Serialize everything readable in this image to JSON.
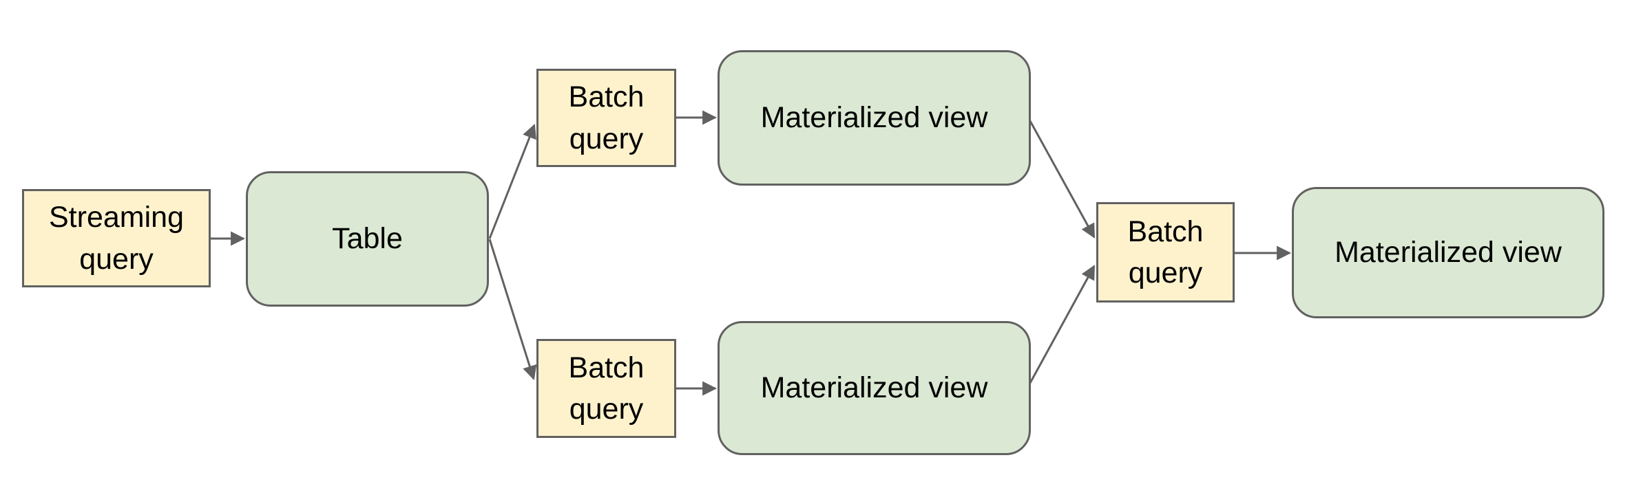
{
  "diagram": {
    "nodes": {
      "streaming_query": {
        "label": "Streaming query",
        "shape": "rectangle",
        "fill": "#fef2cd"
      },
      "table": {
        "label": "Table",
        "shape": "rounded-rectangle",
        "fill": "#dbe8d3"
      },
      "batch_query_top": {
        "label": "Batch query",
        "shape": "rectangle",
        "fill": "#fef2cd"
      },
      "materialized_view_top": {
        "label": "Materialized view",
        "shape": "rounded-rectangle",
        "fill": "#dbe8d3"
      },
      "batch_query_bottom": {
        "label": "Batch query",
        "shape": "rectangle",
        "fill": "#fef2cd"
      },
      "materialized_view_bottom": {
        "label": "Materialized view",
        "shape": "rounded-rectangle",
        "fill": "#dbe8d3"
      },
      "batch_query_right": {
        "label": "Batch query",
        "shape": "rectangle",
        "fill": "#fef2cd"
      },
      "materialized_view_right": {
        "label": "Materialized view",
        "shape": "rounded-rectangle",
        "fill": "#dbe8d3"
      }
    },
    "edges": [
      {
        "from": "streaming_query",
        "to": "table"
      },
      {
        "from": "table",
        "to": "batch_query_top"
      },
      {
        "from": "table",
        "to": "batch_query_bottom"
      },
      {
        "from": "batch_query_top",
        "to": "materialized_view_top"
      },
      {
        "from": "batch_query_bottom",
        "to": "materialized_view_bottom"
      },
      {
        "from": "materialized_view_top",
        "to": "batch_query_right"
      },
      {
        "from": "materialized_view_bottom",
        "to": "batch_query_right"
      },
      {
        "from": "batch_query_right",
        "to": "materialized_view_right"
      }
    ],
    "colors": {
      "query_fill": "#fef2cd",
      "store_fill": "#dbe8d3",
      "border": "#616161",
      "arrow": "#616161",
      "text": "#000000",
      "background": "#ffffff"
    }
  }
}
